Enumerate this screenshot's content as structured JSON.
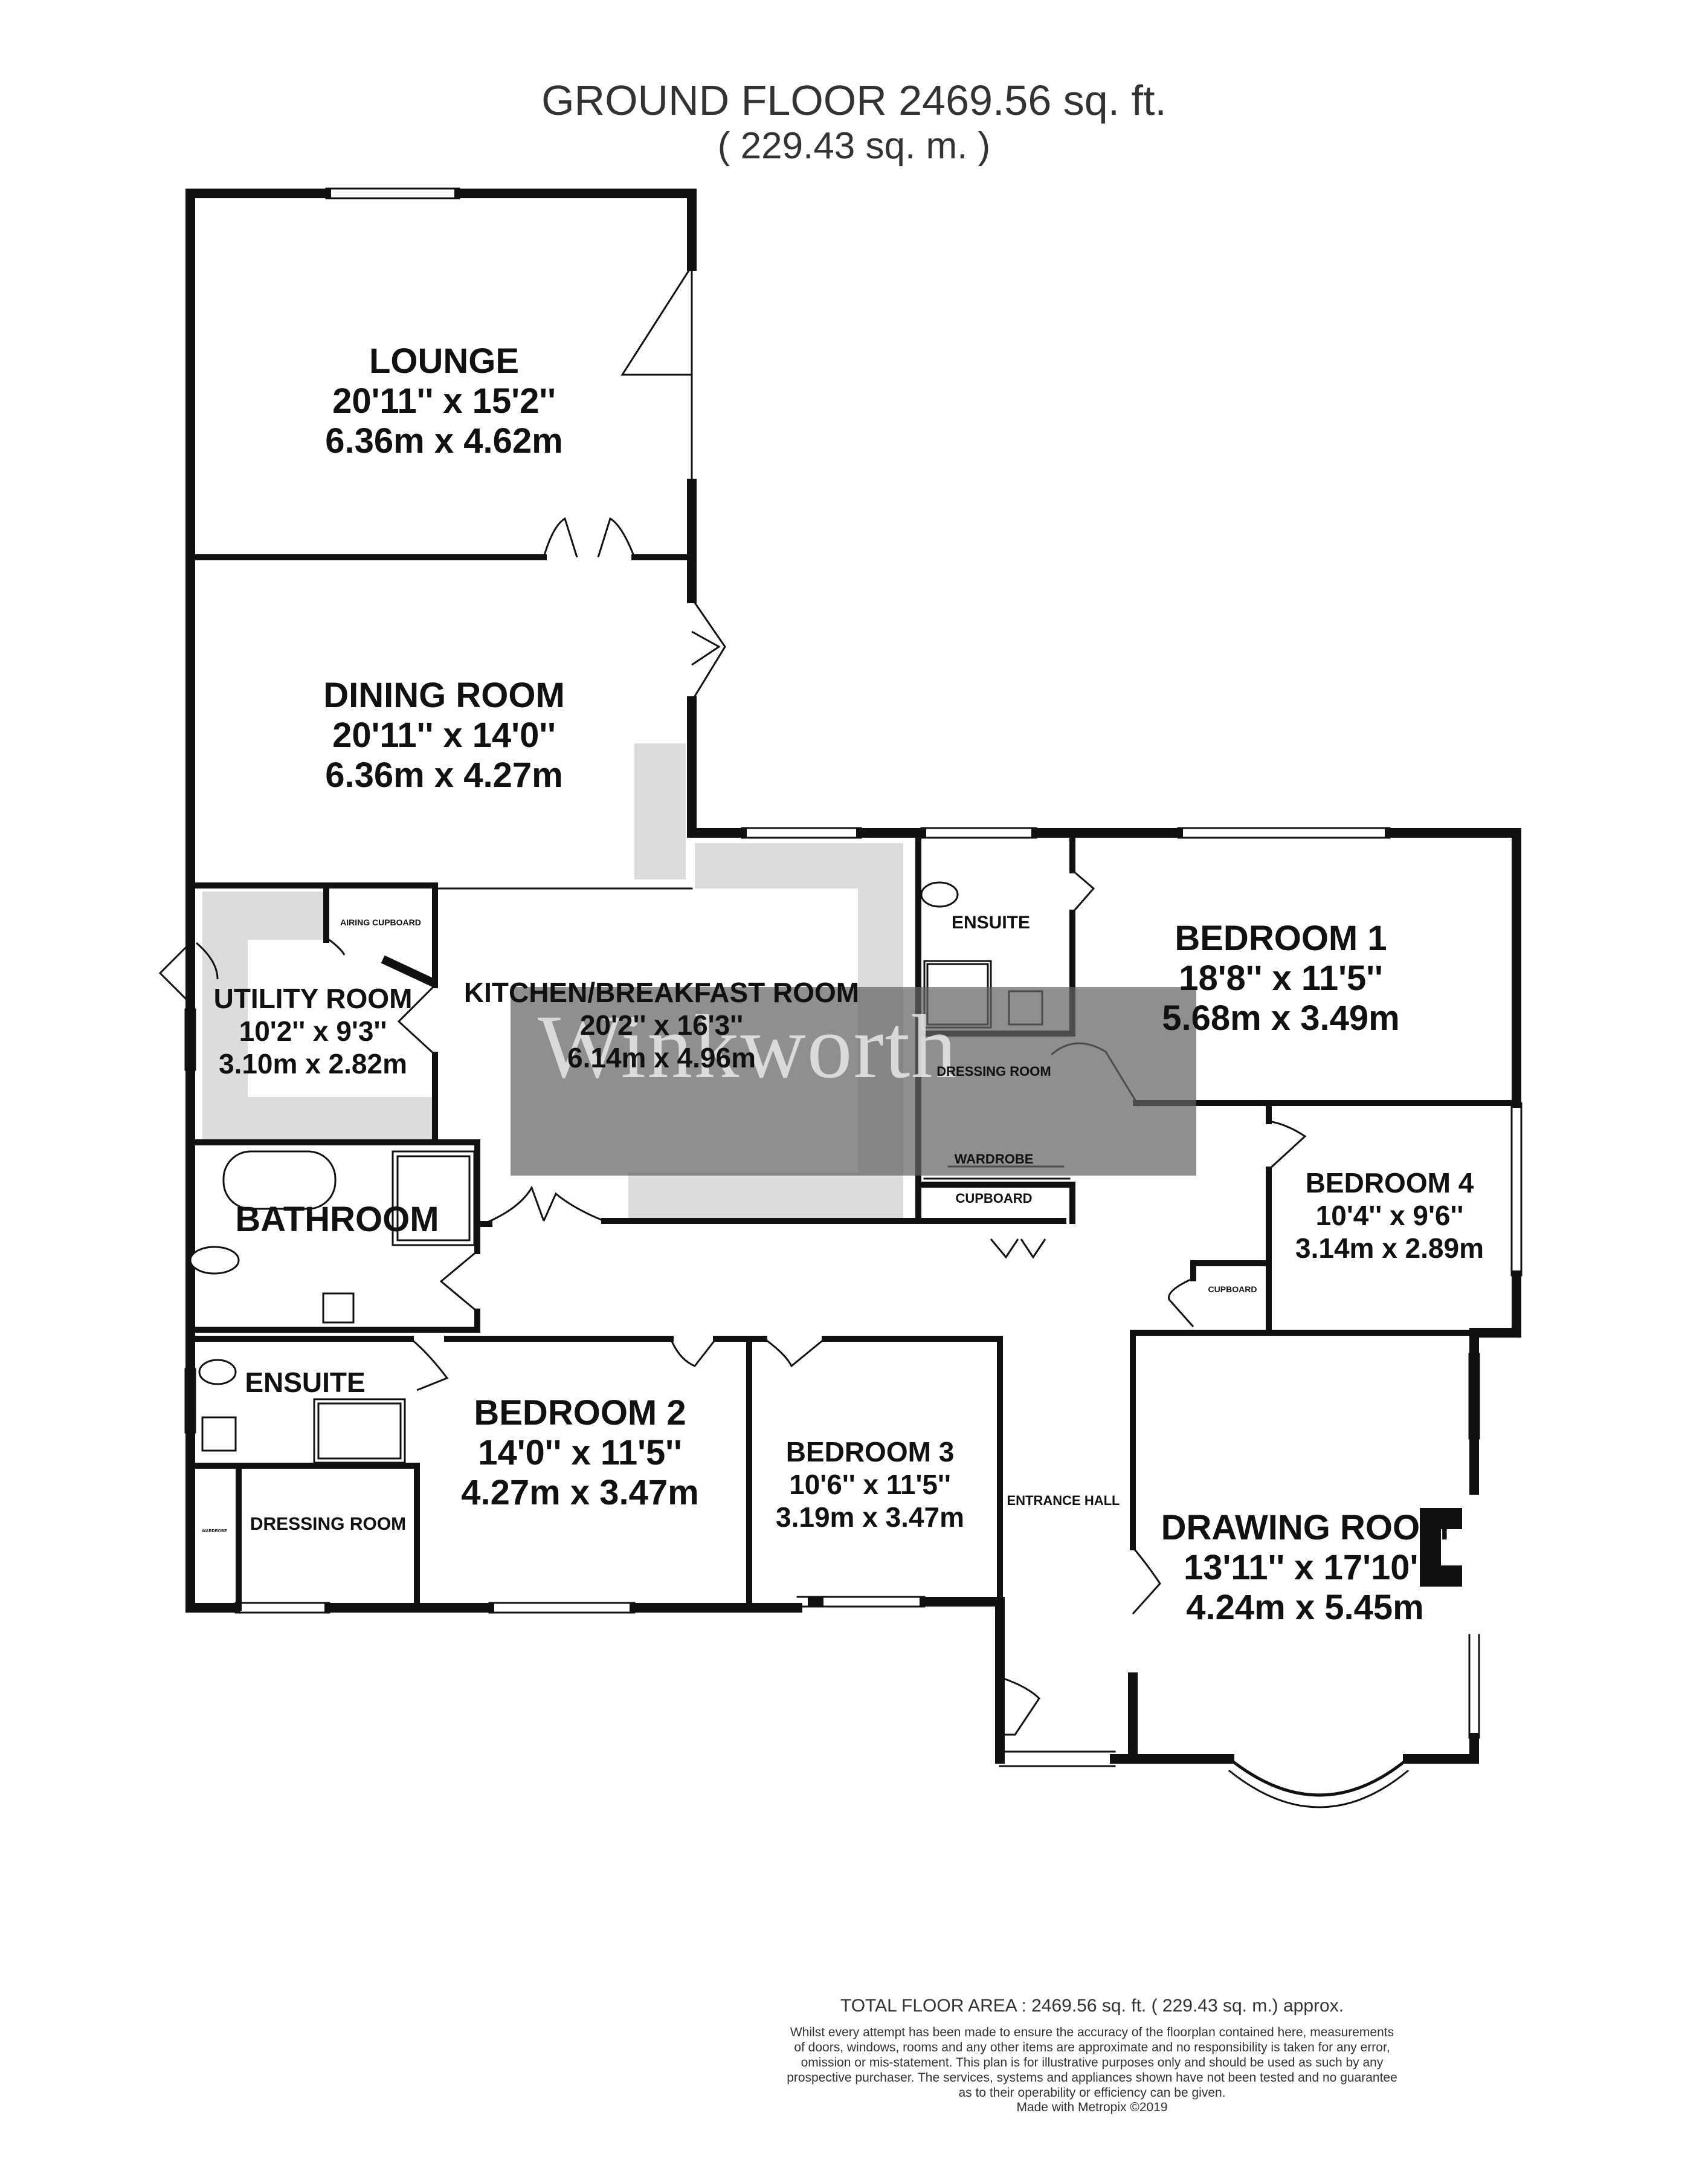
{
  "header": {
    "title": "GROUND FLOOR 2469.56 sq. ft.",
    "subtitle": "( 229.43 sq. m. )"
  },
  "rooms": {
    "lounge": {
      "name": "LOUNGE",
      "imperial": "20'11'' x 15'2''",
      "metric": "6.36m x 4.62m"
    },
    "dining": {
      "name": "DINING ROOM",
      "imperial": "20'11'' x 14'0''",
      "metric": "6.36m x 4.27m"
    },
    "kitchen": {
      "name": "KITCHEN/BREAKFAST ROOM",
      "imperial": "20'2'' x 16'3''",
      "metric": "6.14m x 4.96m"
    },
    "utility": {
      "name": "UTILITY ROOM",
      "imperial": "10'2'' x 9'3''",
      "metric": "3.10m x 2.82m"
    },
    "airing": {
      "name": "AIRING CUPBOARD"
    },
    "ensuite1": {
      "name": "ENSUITE"
    },
    "dressing1": {
      "name": "DRESSING ROOM"
    },
    "wardrobe": {
      "name": "WARDROBE"
    },
    "cupboard1": {
      "name": "CUPBOARD"
    },
    "cupboard2": {
      "name": "CUPBOARD"
    },
    "bedroom1": {
      "name": "BEDROOM 1",
      "imperial": "18'8'' x 11'5''",
      "metric": "5.68m x 3.49m"
    },
    "bedroom4": {
      "name": "BEDROOM 4",
      "imperial": "10'4'' x 9'6''",
      "metric": "3.14m x 2.89m"
    },
    "bathroom": {
      "name": "BATHROOM"
    },
    "ensuite2": {
      "name": "ENSUITE"
    },
    "bedroom2": {
      "name": "BEDROOM 2",
      "imperial": "14'0'' x 11'5''",
      "metric": "4.27m x 3.47m"
    },
    "bedroom3": {
      "name": "BEDROOM 3",
      "imperial": "10'6'' x 11'5''",
      "metric": "3.19m x 3.47m"
    },
    "dressing2": {
      "name": "DRESSING ROOM"
    },
    "wardrobe2": {
      "name": "WARDROBE"
    },
    "hall": {
      "name": "ENTRANCE HALL"
    },
    "drawing": {
      "name": "DRAWING ROOM",
      "imperial": "13'11'' x 17'10''",
      "metric": "4.24m x 5.45m"
    }
  },
  "watermark": "Winkworth",
  "footer": {
    "total": "TOTAL FLOOR AREA : 2469.56 sq. ft. ( 229.43 sq. m.) approx.",
    "disclaimer": [
      "Whilst every attempt has been made to ensure the accuracy of the floorplan contained here, measurements",
      "of doors, windows, rooms and any other items are approximate and no responsibility is taken for any error,",
      "omission or mis-statement. This plan is for illustrative purposes only and should be used as such by any",
      "prospective purchaser. The services, systems and appliances shown have not been tested and no guarantee",
      "as to their operability or efficiency can be given."
    ],
    "made_with": "Made with Metropix ©2019"
  },
  "colors": {
    "wall": "#111111",
    "fixture": "#d9d9d9",
    "watermark_bg": "#6e6e6e"
  }
}
